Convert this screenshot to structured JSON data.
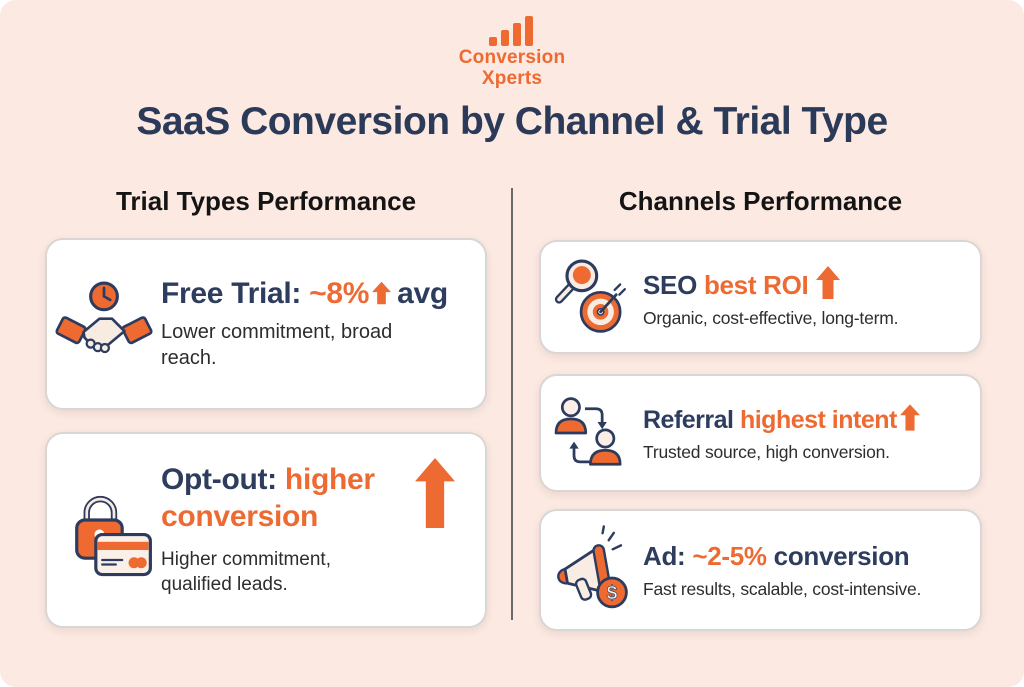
{
  "logo": {
    "line1": "Conversion",
    "line2": "Xperts",
    "icon": "bar-chart-icon"
  },
  "title": "SaaS Conversion by Channel & Trial Type",
  "left": {
    "header": "Trial Types Performance",
    "cards": [
      {
        "icon": "handshake-clock-icon",
        "t_navy": "Free Trial: ",
        "t_orange": "~8%",
        "t_navy2": "avg",
        "sub": "Lower commitment, broad reach."
      },
      {
        "icon": "lock-credit-card-icon",
        "t_navy": "Opt-out: ",
        "t_orange": "higher conversion",
        "sub": "Higher commitment, qualified leads."
      }
    ]
  },
  "right": {
    "header": "Channels Performance",
    "cards": [
      {
        "icon": "magnifier-target-icon",
        "t_navy": "SEO ",
        "t_orange": "best ROI",
        "sub": "Organic, cost-effective, long-term."
      },
      {
        "icon": "referral-people-icon",
        "t_navy": "Referral ",
        "t_orange": "highest intent",
        "sub": "Trusted source, high conversion."
      },
      {
        "icon": "megaphone-dollar-icon",
        "t_navy": "Ad: ",
        "t_orange": "~2-5%",
        "t_navy2": " conversion",
        "sub": "Fast results, scalable, cost-intensive."
      }
    ]
  },
  "colors": {
    "background": "#fbe9e2",
    "card": "#ffffff",
    "navy": "#2e3d5e",
    "orange": "#ed6b33",
    "header_text": "#141414",
    "body_text": "#2d2d2d",
    "divider": "#6a6a6a"
  }
}
